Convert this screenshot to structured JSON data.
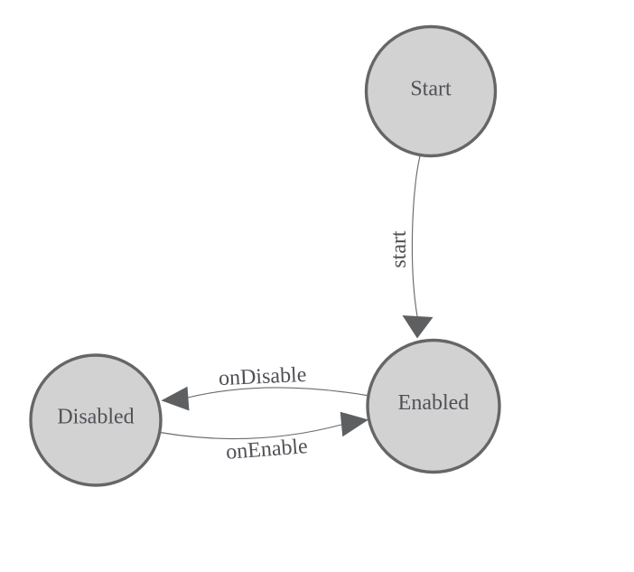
{
  "diagram": {
    "type": "state-machine",
    "colors": {
      "background": "#ffffff",
      "node_fill": "#d2d2d2",
      "node_stroke": "#666668",
      "edge_line": "#6b6b6b",
      "arrowhead": "#5e5f61",
      "text": "#4f5156"
    },
    "nodes": [
      {
        "id": "start",
        "label": "Start"
      },
      {
        "id": "enabled",
        "label": "Enabled"
      },
      {
        "id": "disabled",
        "label": "Disabled"
      }
    ],
    "edges": [
      {
        "id": "start-transition",
        "label": "start",
        "from": "Start",
        "to": "Enabled"
      },
      {
        "id": "ondisable-transition",
        "label": "onDisable",
        "from": "Enabled",
        "to": "Disabled"
      },
      {
        "id": "onenable-transition",
        "label": "onEnable",
        "from": "Disabled",
        "to": "Enabled"
      }
    ]
  }
}
